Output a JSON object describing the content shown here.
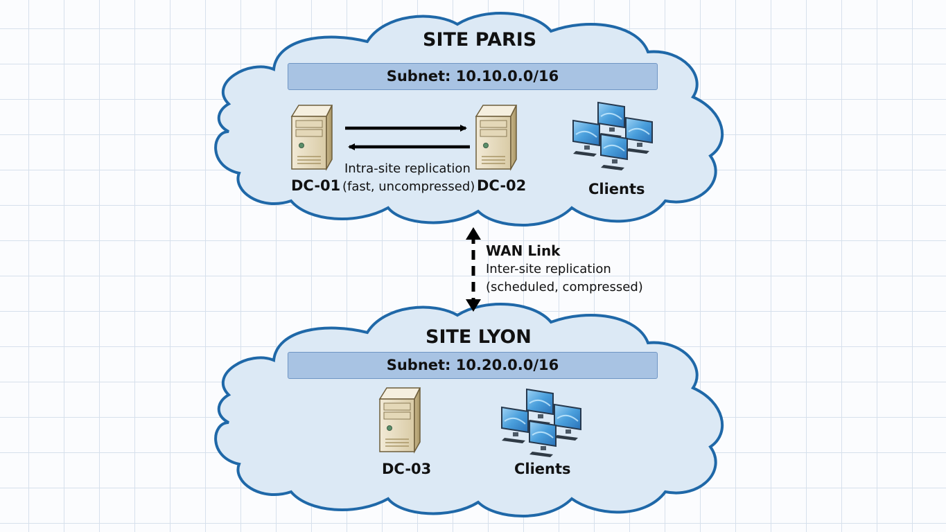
{
  "sites": [
    {
      "name": "SITE PARIS",
      "subnet": "Subnet: 10.10.0.0/16",
      "devices": [
        "DC-01",
        "DC-02",
        "Clients"
      ],
      "replication_note": [
        "Intra-site replication",
        "(fast, uncompressed)"
      ]
    },
    {
      "name": "SITE LYON",
      "subnet": "Subnet: 10.20.0.0/16",
      "devices": [
        "DC-03",
        "Clients"
      ]
    }
  ],
  "wan_link": {
    "title": "WAN Link",
    "lines": [
      "Inter-site replication",
      "(scheduled, compressed)"
    ]
  },
  "colors": {
    "cloud_fill": "#dce9f5",
    "cloud_outline": "#1f68a8",
    "subnet_bar": "#a8c3e3",
    "server_body": "#e9dfc5",
    "monitor_screen": "#5aa9df",
    "arrow": "#000000"
  }
}
